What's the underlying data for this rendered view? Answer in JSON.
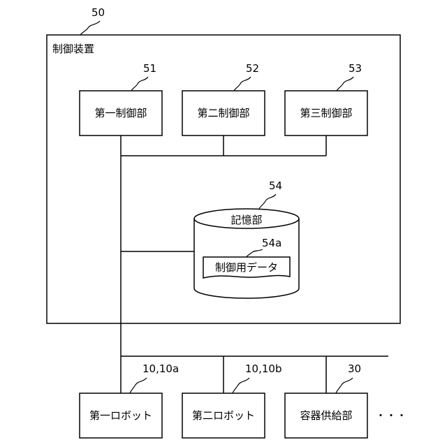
{
  "device": {
    "ref": "50",
    "label": "制御装置"
  },
  "controllers": [
    {
      "ref": "51",
      "label": "第一制御部"
    },
    {
      "ref": "52",
      "label": "第二制御部"
    },
    {
      "ref": "53",
      "label": "第三制御部"
    }
  ],
  "storage": {
    "ref": "54",
    "label": "記憶部",
    "data": {
      "ref": "54a",
      "label": "制御用データ"
    }
  },
  "devices": [
    {
      "ref": "10,10a",
      "label": "第一ロボット"
    },
    {
      "ref": "10,10b",
      "label": "第二ロボット"
    },
    {
      "ref": "30",
      "label": "容器供給部"
    }
  ],
  "ellipsis": "・・・"
}
